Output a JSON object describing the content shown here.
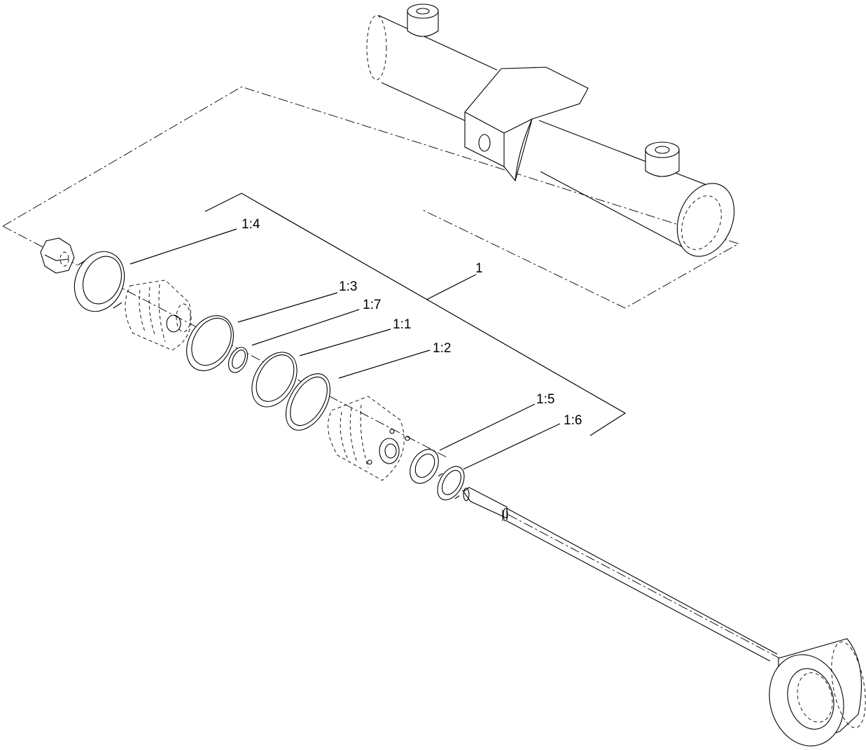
{
  "diagram": {
    "labels": {
      "assembly": "1",
      "l_1_1": "1:1",
      "l_1_2": "1:2",
      "l_1_3": "1:3",
      "l_1_4": "1:4",
      "l_1_5": "1:5",
      "l_1_6": "1:6",
      "l_1_7": "1:7"
    }
  }
}
